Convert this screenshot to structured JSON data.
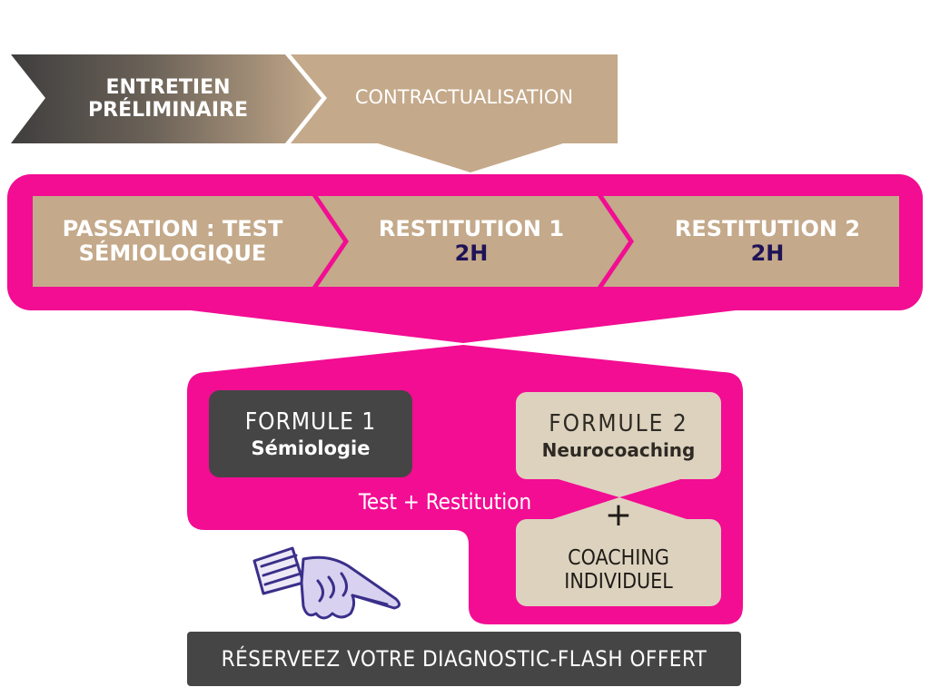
{
  "colors": {
    "magenta": "#f20d93",
    "beige": "#c4a98a",
    "dark": "#454545",
    "light_beige": "#ddd2be",
    "navy": "#1f1357"
  },
  "top_flow": {
    "step1": {
      "line1": "ENTRETIEN",
      "line2": "PRÉLIMINAIRE"
    },
    "step2": {
      "label": "CONTRACTUALISATION"
    }
  },
  "middle_flow": {
    "step1": {
      "line1": "PASSATION : TEST",
      "line2": "SÉMIOLOGIQUE"
    },
    "step2": {
      "title": "RESTITUTION 1",
      "duration": "2H"
    },
    "step3": {
      "title": "RESTITUTION 2",
      "duration": "2H"
    }
  },
  "formulas": {
    "formule1": {
      "title": "FORMULE 1",
      "subtitle": "Sémiologie"
    },
    "formule2": {
      "title": "FORMULE 2",
      "subtitle": "Neurocoaching"
    },
    "test_restitution": "Test + Restitution",
    "plus": "+",
    "coaching": {
      "line1": "COACHING",
      "line2": "INDIVIDUEL"
    }
  },
  "cta": {
    "label": "RÉSERVEEZ VOTRE DIAGNOSTIC-FLASH OFFERT"
  },
  "icons": {
    "pointer": "pointing-hand-icon"
  }
}
